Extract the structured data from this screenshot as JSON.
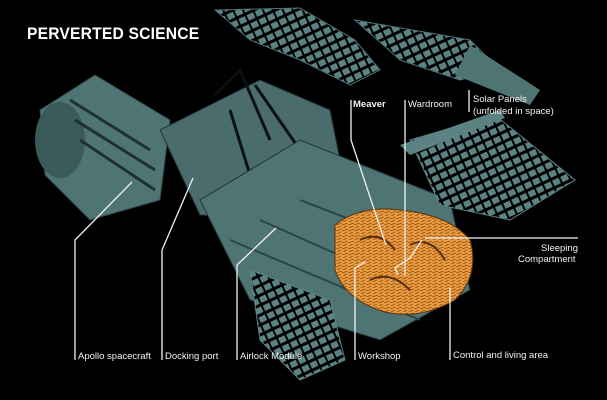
{
  "title": "PERVERTED SCIENCE",
  "labels": {
    "meaver": "Meaver",
    "wardroom": "Wardroom",
    "solar_panels_1": "Solar Panels",
    "solar_panels_2": "(unfolded in space)",
    "sleeping_1": "Sleeping",
    "sleeping_2": "Compartment",
    "apollo": "Apollo spacecraft",
    "docking": "Docking port",
    "airlock": "Airlock Module",
    "workshop": "Workshop",
    "control": "Control and living area"
  },
  "colors": {
    "structure": "#4f7474",
    "structure_dark": "#2c4444",
    "workshop": "#e89a3c",
    "background": "#000000"
  }
}
